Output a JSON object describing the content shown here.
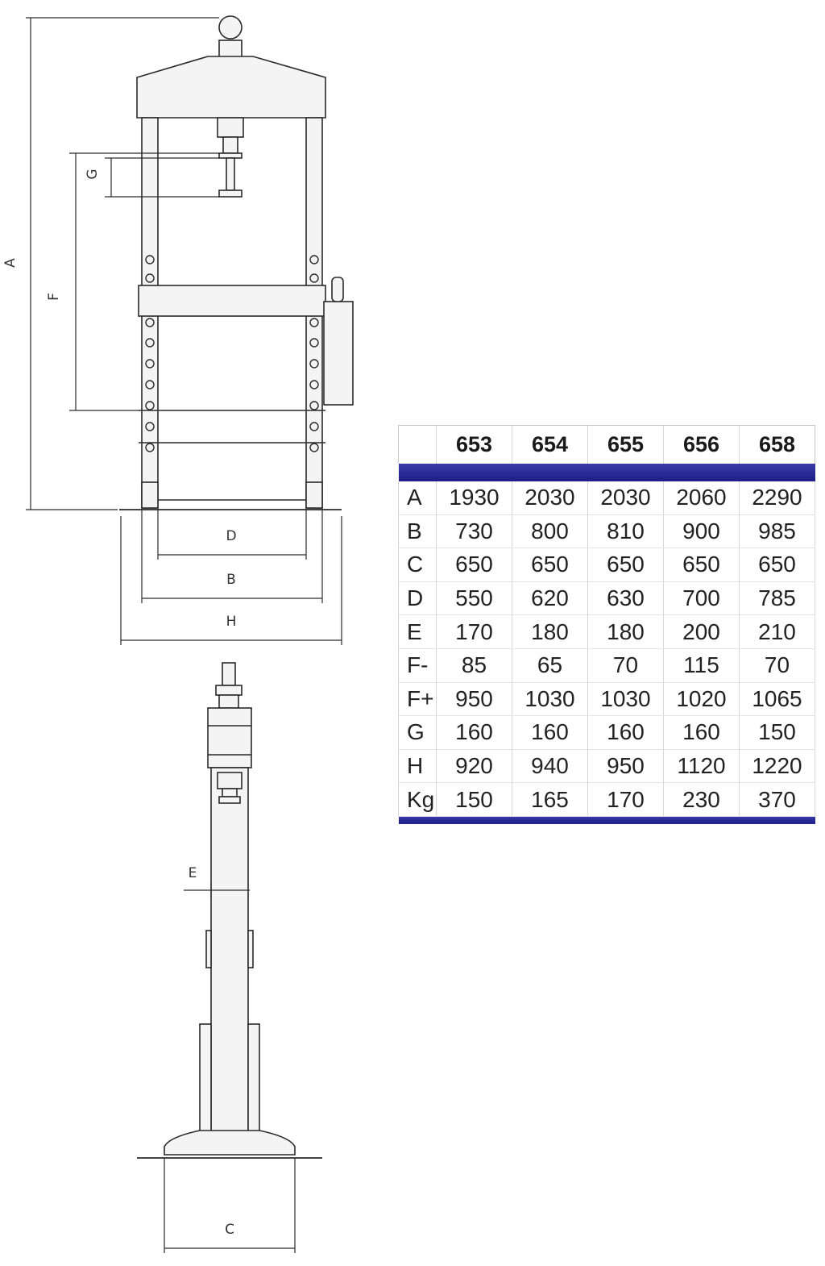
{
  "diagram": {
    "dimension_labels": {
      "A": "A",
      "B": "B",
      "C": "C",
      "D": "D",
      "E": "E",
      "F": "F",
      "G": "G",
      "H": "H"
    }
  },
  "table": {
    "models": [
      "653",
      "654",
      "655",
      "656",
      "658"
    ],
    "rows": [
      {
        "label": "A",
        "values": [
          "1930",
          "2030",
          "2030",
          "2060",
          "2290"
        ]
      },
      {
        "label": "B",
        "values": [
          "730",
          "800",
          "810",
          "900",
          "985"
        ]
      },
      {
        "label": "C",
        "values": [
          "650",
          "650",
          "650",
          "650",
          "650"
        ]
      },
      {
        "label": "D",
        "values": [
          "550",
          "620",
          "630",
          "700",
          "785"
        ]
      },
      {
        "label": "E",
        "values": [
          "170",
          "180",
          "180",
          "200",
          "210"
        ]
      },
      {
        "label": "F-",
        "values": [
          "85",
          "65",
          "70",
          "115",
          "70"
        ]
      },
      {
        "label": "F+",
        "values": [
          "950",
          "1030",
          "1030",
          "1020",
          "1065"
        ]
      },
      {
        "label": "G",
        "values": [
          "160",
          "160",
          "160",
          "160",
          "150"
        ]
      },
      {
        "label": "H",
        "values": [
          "920",
          "940",
          "950",
          "1120",
          "1220"
        ]
      },
      {
        "label": "Kg",
        "values": [
          "150",
          "165",
          "170",
          "230",
          "370"
        ]
      }
    ],
    "accent_color": "#1d1d8a"
  }
}
